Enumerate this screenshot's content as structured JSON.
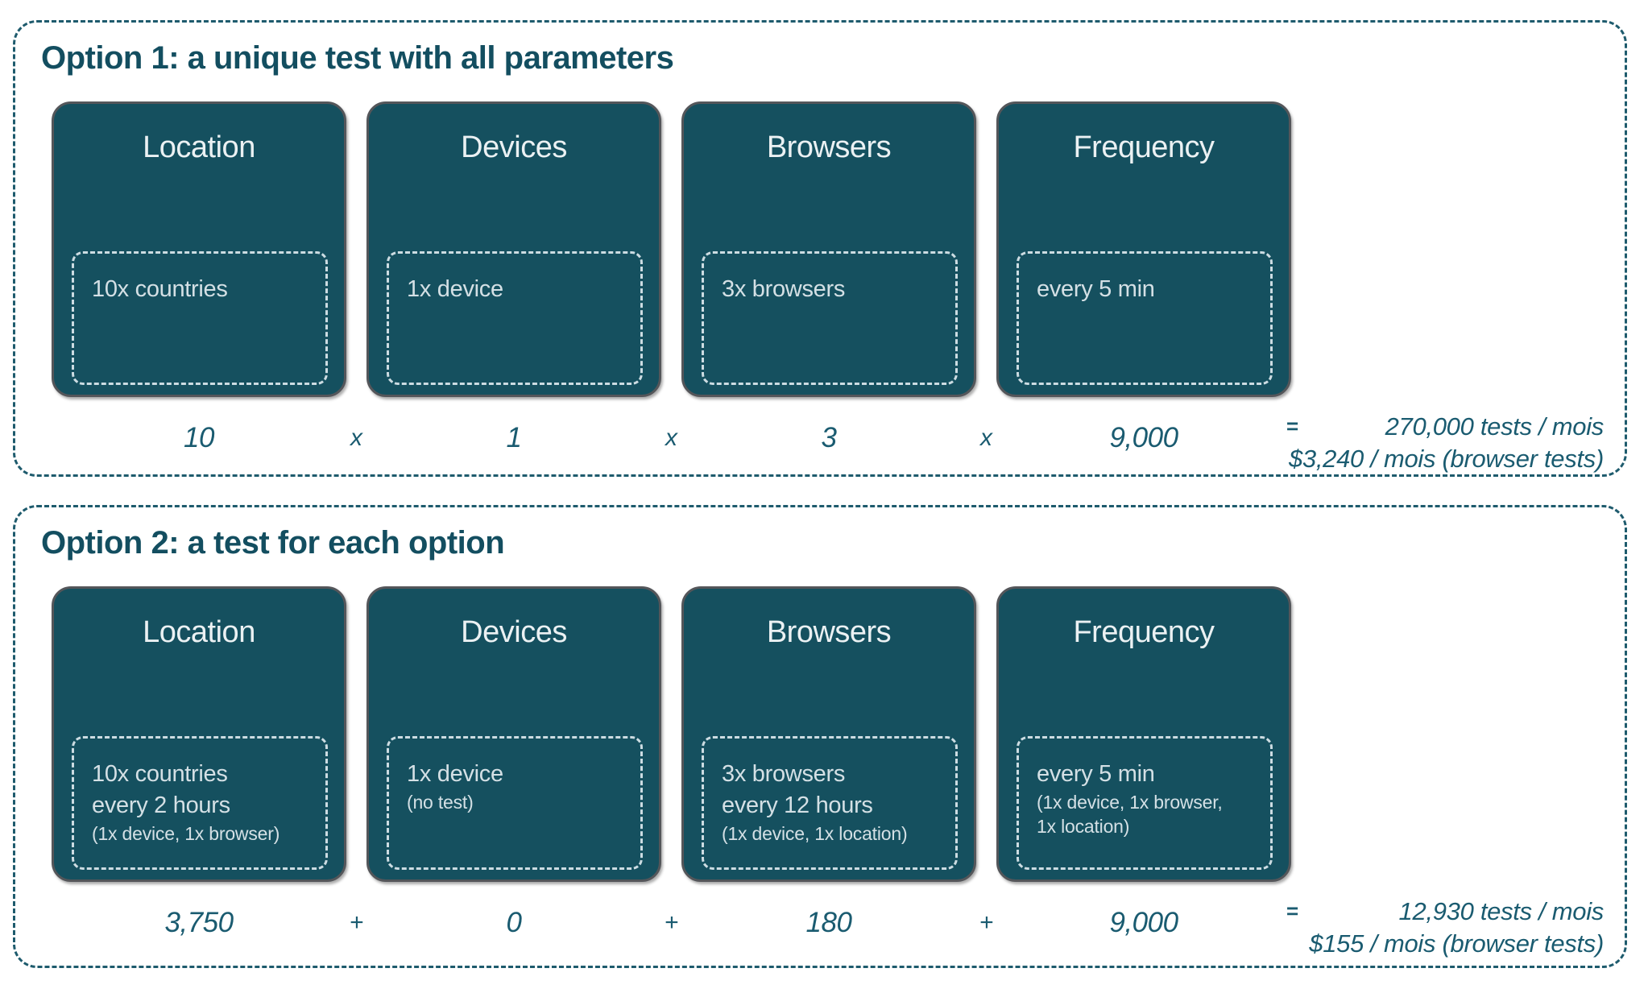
{
  "colors": {
    "card_background": "#15505f",
    "card_border": "#54565a",
    "panel_dashed_border": "#1e5b6d",
    "inner_dashed_border": "#ccdce2",
    "card_light_text": "#ebf1f3",
    "dark_teal_text": "#1a5b70"
  },
  "sections": [
    {
      "title": "Option 1: a unique test with all parameters",
      "op": "x",
      "equals": "=",
      "cards": [
        {
          "title": "Location",
          "line1": "10x countries"
        },
        {
          "title": "Devices",
          "line1": "1x device"
        },
        {
          "title": "Browsers",
          "line1": "3x browsers"
        },
        {
          "title": "Frequency",
          "line1": "every 5 min"
        }
      ],
      "values": [
        "10",
        "1",
        "3",
        "9,000"
      ],
      "result_tests": "270,000 tests / mois",
      "result_price": "$3,240 / mois (browser tests)"
    },
    {
      "title": "Option 2: a test for each option",
      "op": "+",
      "equals": "=",
      "cards": [
        {
          "title": "Location",
          "line1": "10x countries",
          "line2": "every 2 hours",
          "sub": "(1x device, 1x browser)"
        },
        {
          "title": "Devices",
          "line1": "1x device",
          "sub": "(no test)"
        },
        {
          "title": "Browsers",
          "line1": "3x browsers",
          "line2": "every 12 hours",
          "sub": "(1x device, 1x location)"
        },
        {
          "title": "Frequency",
          "line1": "every 5 min",
          "sub": "(1x device, 1x browser, 1x location)"
        }
      ],
      "values": [
        "3,750",
        "0",
        "180",
        "9,000"
      ],
      "result_tests": "12,930 tests / mois",
      "result_price": "$155 / mois (browser tests)"
    }
  ]
}
